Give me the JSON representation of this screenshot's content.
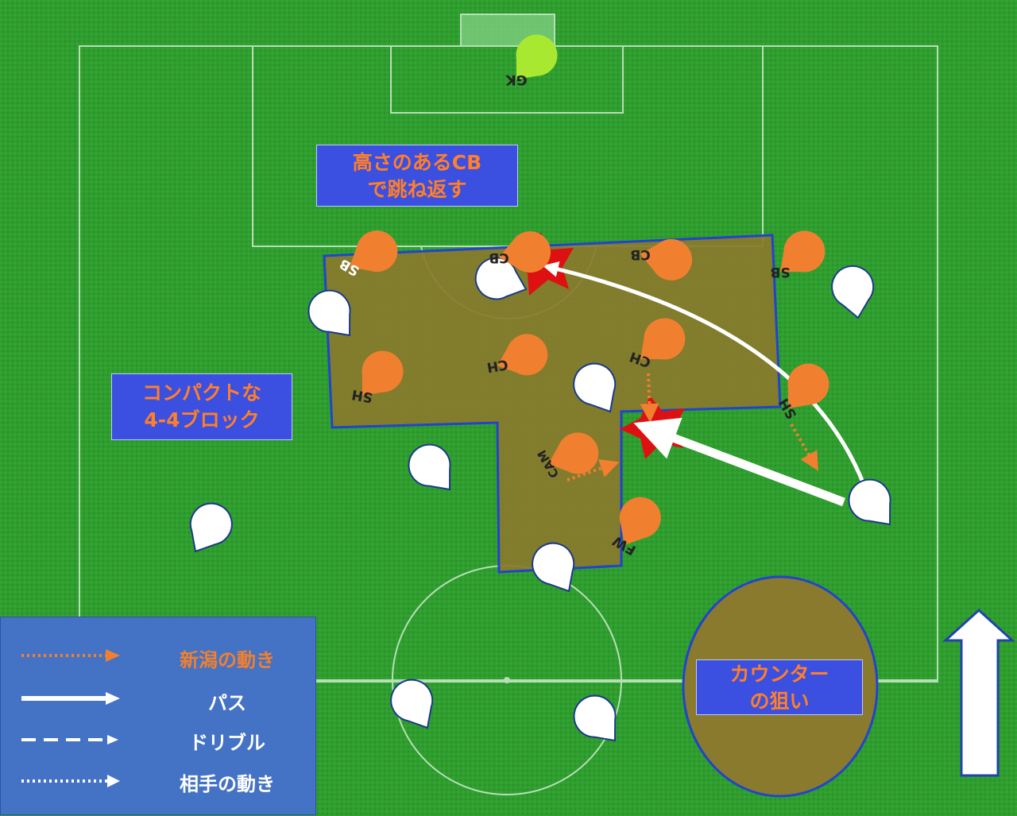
{
  "callouts": {
    "tall_cb": [
      "高さのあるCB",
      "で跳ね返す"
    ],
    "compact_block": [
      "コンパクトな",
      "4-4ブロック"
    ],
    "counter_aim": [
      "カウンター",
      "の狙い"
    ]
  },
  "players": {
    "gk": "GK",
    "left_sb": "SB",
    "left_cb": "CB",
    "right_cb": "CB",
    "right_sb": "SB",
    "left_ch": "CH",
    "right_ch": "CH",
    "left_sh": "SH",
    "right_sh": "SH",
    "cam": "CAM",
    "fw": "FW"
  },
  "legend": {
    "niigata_move": "新潟の動き",
    "pass": "パス",
    "dribble": "ドリブル",
    "opponent_move": "相手の動き"
  },
  "colors": {
    "pitch": "#2f9e2f",
    "niigata": "#f08030",
    "gk": "#a8e830",
    "opponent": "#ffffff",
    "block": "#8a7a2e",
    "callout_bg": "#3b4fe0",
    "callout_text": "#ff7f2a",
    "legend_bg": "#4472c4",
    "duel_star": "#dd1111"
  },
  "icons": [
    "up-arrow-icon",
    "ball-icon",
    "star-icon"
  ]
}
